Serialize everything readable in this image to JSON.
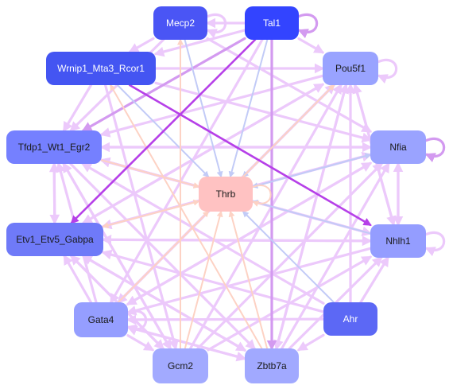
{
  "nodes": [
    {
      "id": "mecp2",
      "label": "Mecp2",
      "fill": "#4a55f5",
      "text": "#ffffff"
    },
    {
      "id": "tal1",
      "label": "Tal1",
      "fill": "#3344ff",
      "text": "#ffffff"
    },
    {
      "id": "wrnip1",
      "label": "Wrnip1_Mta3_Rcor1",
      "fill": "#4455f2",
      "text": "#ffffff"
    },
    {
      "id": "pou5f1",
      "label": "Pou5f1",
      "fill": "#99a3ff",
      "text": "#1a1a1a"
    },
    {
      "id": "tfdp1",
      "label": "Tfdp1_Wt1_Egr2",
      "fill": "#7580ff",
      "text": "#1a1a1a"
    },
    {
      "id": "nfia",
      "label": "Nfia",
      "fill": "#9aa3ff",
      "text": "#1a1a1a"
    },
    {
      "id": "thrb",
      "label": "Thrb",
      "fill": "#ffc2c2",
      "text": "#1a1a1a"
    },
    {
      "id": "etv1",
      "label": "Etv1_Etv5_Gabpa",
      "fill": "#6f7af8",
      "text": "#1a1a1a"
    },
    {
      "id": "nhlh1",
      "label": "Nhlh1",
      "fill": "#949dff",
      "text": "#1a1a1a"
    },
    {
      "id": "gata4",
      "label": "Gata4",
      "fill": "#959eff",
      "text": "#1a1a1a"
    },
    {
      "id": "ahr",
      "label": "Ahr",
      "fill": "#5c68f5",
      "text": "#ffffff"
    },
    {
      "id": "gcm2",
      "label": "Gcm2",
      "fill": "#a2aaff",
      "text": "#1a1a1a"
    },
    {
      "id": "zbtb7a",
      "label": "Zbtb7a",
      "fill": "#a1a9ff",
      "text": "#1a1a1a"
    }
  ],
  "edge_colors": {
    "light": "#ecc9fb",
    "medium": "#d39af0",
    "strong": "#b640e8",
    "blue": "#c2cbf7",
    "peach": "#fdd2c4"
  },
  "edges": [
    {
      "from": "tal1",
      "to": "tal1",
      "color": "medium"
    },
    {
      "from": "mecp2",
      "to": "mecp2",
      "color": "light"
    },
    {
      "from": "pou5f1",
      "to": "pou5f1",
      "color": "light"
    },
    {
      "from": "nfia",
      "to": "nfia",
      "color": "medium"
    },
    {
      "from": "nhlh1",
      "to": "nhlh1",
      "color": "light"
    },
    {
      "from": "gata4",
      "to": "gata4",
      "color": "light"
    },
    {
      "from": "thrb",
      "to": "thrb",
      "color": "peach"
    },
    {
      "from": "wrnip1",
      "to": "nhlh1",
      "color": "strong"
    },
    {
      "from": "tal1",
      "to": "etv1",
      "color": "strong"
    },
    {
      "from": "tal1",
      "to": "tfdp1",
      "color": "medium"
    },
    {
      "from": "tal1",
      "to": "zbtb7a",
      "color": "medium"
    },
    {
      "from": "tal1",
      "to": "wrnip1",
      "color": "light"
    },
    {
      "from": "tal1",
      "to": "mecp2",
      "color": "light"
    },
    {
      "from": "tal1",
      "to": "thrb",
      "color": "blue"
    },
    {
      "from": "tal1",
      "to": "pou5f1",
      "color": "light"
    },
    {
      "from": "tal1",
      "to": "gata4",
      "color": "light"
    },
    {
      "from": "mecp2",
      "to": "thrb",
      "color": "blue"
    },
    {
      "from": "mecp2",
      "to": "tfdp1",
      "color": "light"
    },
    {
      "from": "mecp2",
      "to": "wrnip1",
      "color": "light"
    },
    {
      "from": "mecp2",
      "to": "nfia",
      "color": "light"
    },
    {
      "from": "wrnip1",
      "to": "thrb",
      "color": "blue"
    },
    {
      "from": "wrnip1",
      "to": "tfdp1",
      "color": "light"
    },
    {
      "from": "wrnip1",
      "to": "pou5f1",
      "color": "light"
    },
    {
      "from": "wrnip1",
      "to": "gcm2",
      "color": "light"
    },
    {
      "from": "wrnip1",
      "to": "nfia",
      "color": "light"
    },
    {
      "from": "pou5f1",
      "to": "thrb",
      "color": "blue"
    },
    {
      "from": "pou5f1",
      "to": "tfdp1",
      "color": "light"
    },
    {
      "from": "pou5f1",
      "to": "etv1",
      "color": "light"
    },
    {
      "from": "pou5f1",
      "to": "nhlh1",
      "color": "light"
    },
    {
      "from": "pou5f1",
      "to": "gata4",
      "color": "light"
    },
    {
      "from": "pou5f1",
      "to": "zbtb7a",
      "color": "light"
    },
    {
      "from": "tfdp1",
      "to": "thrb",
      "color": "peach"
    },
    {
      "from": "tfdp1",
      "to": "nfia",
      "color": "light"
    },
    {
      "from": "tfdp1",
      "to": "etv1",
      "color": "light"
    },
    {
      "from": "tfdp1",
      "to": "nhlh1",
      "color": "light"
    },
    {
      "from": "tfdp1",
      "to": "gcm2",
      "color": "light"
    },
    {
      "from": "tfdp1",
      "to": "zbtb7a",
      "color": "light"
    },
    {
      "from": "nfia",
      "to": "thrb",
      "color": "blue"
    },
    {
      "from": "nfia",
      "to": "etv1",
      "color": "light"
    },
    {
      "from": "nfia",
      "to": "nhlh1",
      "color": "light"
    },
    {
      "from": "nfia",
      "to": "tfdp1",
      "color": "light"
    },
    {
      "from": "nfia",
      "to": "gata4",
      "color": "light"
    },
    {
      "from": "etv1",
      "to": "thrb",
      "color": "peach"
    },
    {
      "from": "etv1",
      "to": "tfdp1",
      "color": "light"
    },
    {
      "from": "etv1",
      "to": "nhlh1",
      "color": "light"
    },
    {
      "from": "etv1",
      "to": "nfia",
      "color": "light"
    },
    {
      "from": "etv1",
      "to": "pou5f1",
      "color": "light"
    },
    {
      "from": "etv1",
      "to": "gcm2",
      "color": "light"
    },
    {
      "from": "etv1",
      "to": "zbtb7a",
      "color": "light"
    },
    {
      "from": "nhlh1",
      "to": "thrb",
      "color": "blue"
    },
    {
      "from": "nhlh1",
      "to": "etv1",
      "color": "light"
    },
    {
      "from": "nhlh1",
      "to": "tfdp1",
      "color": "light"
    },
    {
      "from": "nhlh1",
      "to": "nfia",
      "color": "light"
    },
    {
      "from": "nhlh1",
      "to": "pou5f1",
      "color": "light"
    },
    {
      "from": "nhlh1",
      "to": "gata4",
      "color": "light"
    },
    {
      "from": "gata4",
      "to": "thrb",
      "color": "peach"
    },
    {
      "from": "gata4",
      "to": "etv1",
      "color": "light"
    },
    {
      "from": "gata4",
      "to": "tfdp1",
      "color": "light"
    },
    {
      "from": "gata4",
      "to": "pou5f1",
      "color": "light"
    },
    {
      "from": "gata4",
      "to": "gcm2",
      "color": "light"
    },
    {
      "from": "gata4",
      "to": "nfia",
      "color": "light"
    },
    {
      "from": "gata4",
      "to": "zbtb7a",
      "color": "light"
    },
    {
      "from": "ahr",
      "to": "thrb",
      "color": "blue"
    },
    {
      "from": "ahr",
      "to": "etv1",
      "color": "light"
    },
    {
      "from": "ahr",
      "to": "tfdp1",
      "color": "light"
    },
    {
      "from": "ahr",
      "to": "nhlh1",
      "color": "light"
    },
    {
      "from": "ahr",
      "to": "pou5f1",
      "color": "light"
    },
    {
      "from": "ahr",
      "to": "gata4",
      "color": "light"
    },
    {
      "from": "ahr",
      "to": "zbtb7a",
      "color": "light"
    },
    {
      "from": "gcm2",
      "to": "thrb",
      "color": "peach"
    },
    {
      "from": "gcm2",
      "to": "mecp2",
      "color": "peach"
    },
    {
      "from": "gcm2",
      "to": "pou5f1",
      "color": "light"
    },
    {
      "from": "gcm2",
      "to": "nhlh1",
      "color": "light"
    },
    {
      "from": "gcm2",
      "to": "tfdp1",
      "color": "light"
    },
    {
      "from": "gcm2",
      "to": "etv1",
      "color": "light"
    },
    {
      "from": "gcm2",
      "to": "nfia",
      "color": "light"
    },
    {
      "from": "zbtb7a",
      "to": "thrb",
      "color": "peach"
    },
    {
      "from": "zbtb7a",
      "to": "wrnip1",
      "color": "peach"
    },
    {
      "from": "zbtb7a",
      "to": "pou5f1",
      "color": "light"
    },
    {
      "from": "zbtb7a",
      "to": "nhlh1",
      "color": "light"
    },
    {
      "from": "zbtb7a",
      "to": "etv1",
      "color": "light"
    },
    {
      "from": "zbtb7a",
      "to": "nfia",
      "color": "light"
    },
    {
      "from": "zbtb7a",
      "to": "gata4",
      "color": "light"
    },
    {
      "from": "thrb",
      "to": "pou5f1",
      "color": "peach"
    },
    {
      "from": "thrb",
      "to": "nfia",
      "color": "blue"
    },
    {
      "from": "thrb",
      "to": "etv1",
      "color": "peach"
    },
    {
      "from": "thrb",
      "to": "tfdp1",
      "color": "light"
    }
  ]
}
